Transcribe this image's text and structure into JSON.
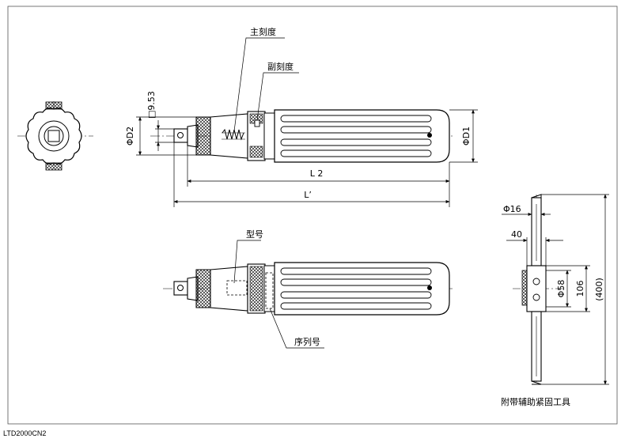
{
  "labels": {
    "main_scale": "主刻度",
    "sub_scale": "副刻度",
    "model_no": "型号",
    "serial_no": "序列号",
    "aux_tool": "附带辅助紧固工具"
  },
  "dimensions": {
    "square_drive": "□9.53",
    "d2": "ΦD2",
    "d1": "ΦD1",
    "l2": "L 2",
    "l_prime": "L’",
    "phi16": "Φ16",
    "w40": "40",
    "phi58": "Φ58",
    "h106": "106",
    "h400": "(400)"
  },
  "model_code": "LTD2000CN2"
}
